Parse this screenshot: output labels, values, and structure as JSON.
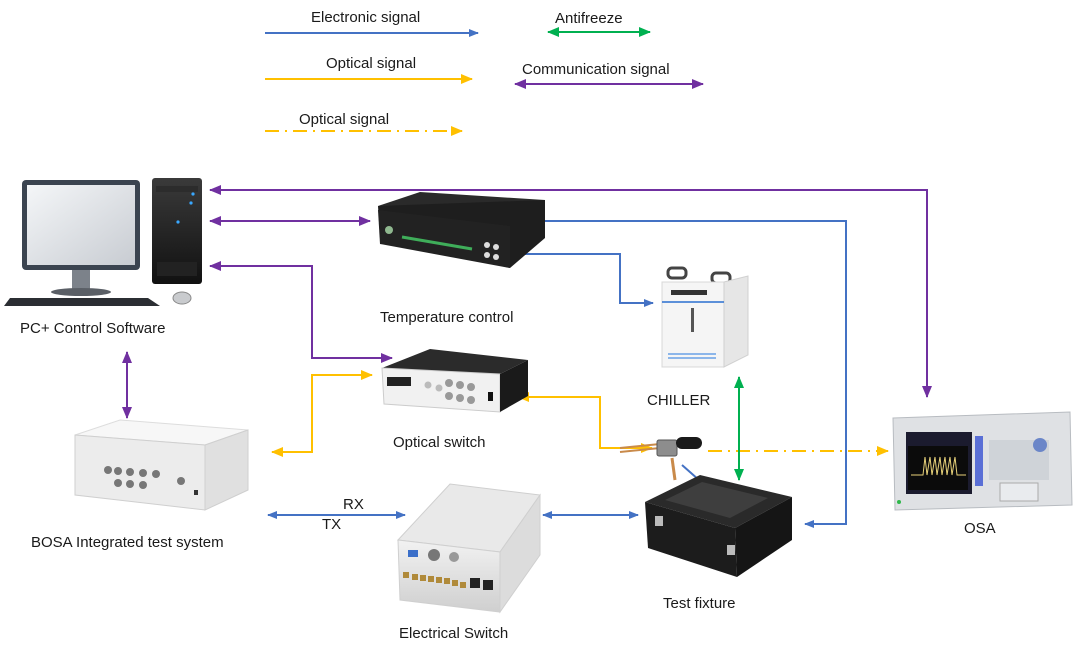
{
  "colors": {
    "electronic": "#4472C4",
    "optical": "#FFC000",
    "antifreeze": "#00B050",
    "communication": "#7030A0"
  },
  "legend": {
    "electronic_signal": "Electronic signal",
    "optical_signal_solid": "Optical signal",
    "optical_signal_dashdot": "Optical signal",
    "antifreeze": "Antifreeze",
    "communication_signal": "Communication signal"
  },
  "nodes": {
    "pc": "PC+ Control Software",
    "temperature_control": "Temperature control",
    "chiller": "CHILLER",
    "optical_switch": "Optical switch",
    "bosa": "BOSA Integrated test system",
    "electrical_switch": "Electrical Switch",
    "test_fixture": "Test fixture",
    "osa": "OSA"
  },
  "link_labels": {
    "rx": "RX",
    "tx": "TX"
  }
}
